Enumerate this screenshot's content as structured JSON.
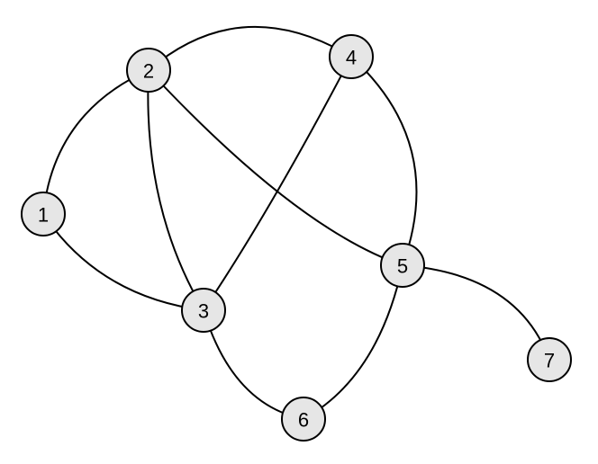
{
  "graph": {
    "node_fill": "#e6e6e6",
    "stroke_color": "#000000",
    "nodes": [
      {
        "id": "1",
        "label": "1"
      },
      {
        "id": "2",
        "label": "2"
      },
      {
        "id": "3",
        "label": "3"
      },
      {
        "id": "4",
        "label": "4"
      },
      {
        "id": "5",
        "label": "5"
      },
      {
        "id": "6",
        "label": "6"
      },
      {
        "id": "7",
        "label": "7"
      }
    ],
    "edges": [
      {
        "from": "1",
        "to": "2"
      },
      {
        "from": "1",
        "to": "3"
      },
      {
        "from": "2",
        "to": "3"
      },
      {
        "from": "2",
        "to": "4"
      },
      {
        "from": "2",
        "to": "5"
      },
      {
        "from": "3",
        "to": "4"
      },
      {
        "from": "3",
        "to": "6"
      },
      {
        "from": "4",
        "to": "5"
      },
      {
        "from": "5",
        "to": "6"
      },
      {
        "from": "5",
        "to": "7"
      }
    ]
  }
}
